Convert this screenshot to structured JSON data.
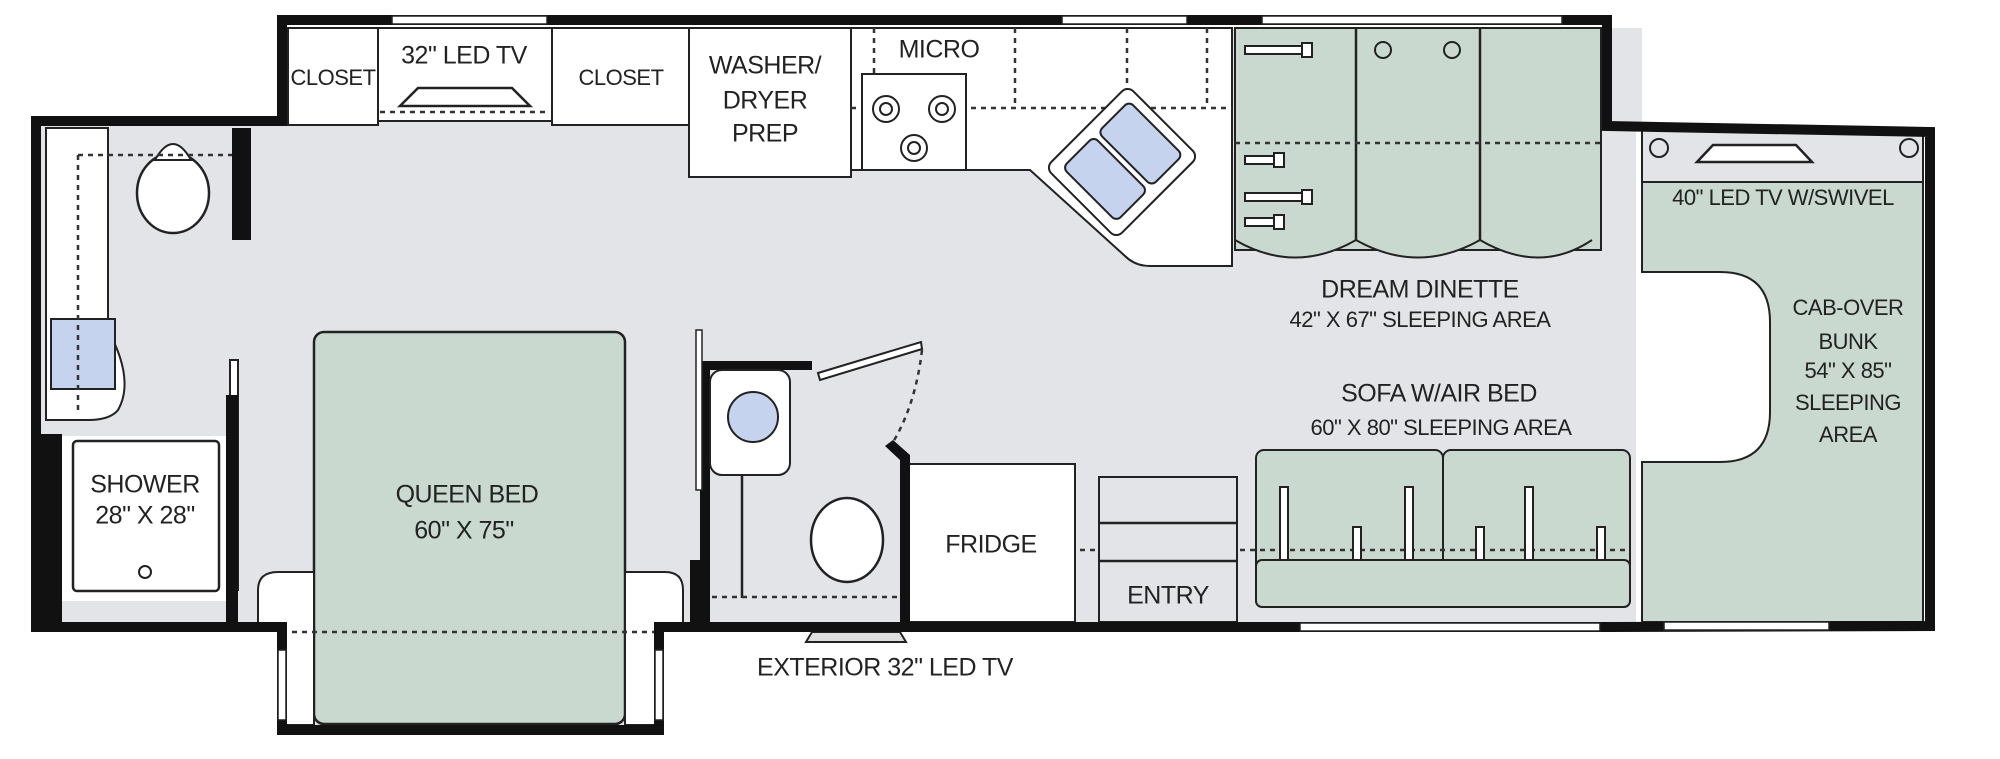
{
  "floorplan": {
    "labels": {
      "closet_1": "CLOSET",
      "tv_bedroom": "32\" LED TV",
      "closet_2": "CLOSET",
      "washer_1": "WASHER/",
      "washer_2": "DRYER",
      "washer_3": "PREP",
      "micro": "MICRO",
      "dinette_title": "DREAM DINETTE",
      "dinette_size": "42\" X 67\" SLEEPING AREA",
      "sofa_title": "SOFA W/AIR BED",
      "sofa_size": "60\" X 80\" SLEEPING AREA",
      "cab_tv": "40\" LED TV W/SWIVEL",
      "cab_1": "CAB-OVER",
      "cab_2": "BUNK",
      "cab_3": "54\" X 85\"",
      "cab_4": "SLEEPING",
      "cab_5": "AREA",
      "queen_title": "QUEEN BED",
      "queen_size": "60\" X 75\"",
      "shower_title": "SHOWER",
      "shower_size": "28\" X 28\"",
      "fridge": "FRIDGE",
      "entry": "ENTRY",
      "exterior_tv": "EXTERIOR 32\" LED TV"
    },
    "colors": {
      "floor": "#e3e4e8",
      "furniture_green": "#c9d9cf",
      "fixture_blue": "#c6d3ee",
      "wall": "#111111"
    }
  }
}
